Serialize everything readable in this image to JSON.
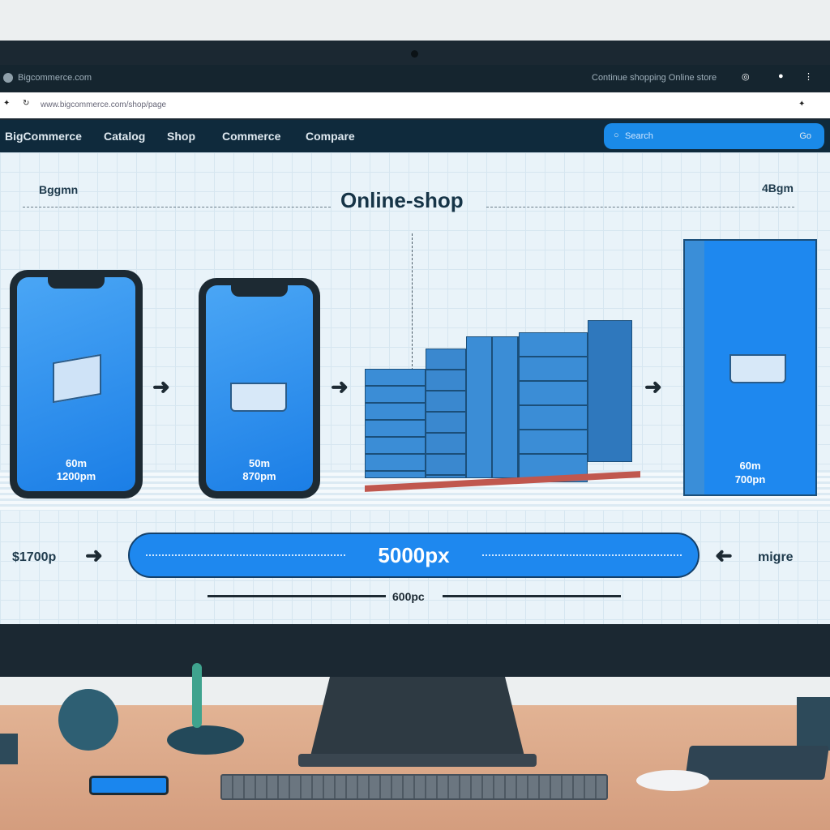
{
  "browser": {
    "tab_title": "Bigcommerce.com",
    "right_text": "Continue shopping  Online store",
    "address": "www.bigcommerce.com/shop/page",
    "zoom": "□"
  },
  "site_nav": {
    "logo": "BigCommerce",
    "items": [
      "Catalog",
      "Shop",
      "Commerce",
      "Compare"
    ],
    "search_placeholder": "Search",
    "search_button": "Go"
  },
  "page": {
    "title": "Online-shop",
    "left_label": "Bggmn",
    "right_label": "4Bgm",
    "steps": [
      {
        "icon": "box-icon",
        "line1": "60m",
        "line2": "1200pm"
      },
      {
        "icon": "cart-icon",
        "line1": "50m",
        "line2": "870pm"
      },
      {
        "icon": "pallet-boxes-icon"
      },
      {
        "icon": "cart-icon",
        "line1": "60m",
        "line2": "700pn"
      }
    ],
    "bar_value": "5000px",
    "bar_left_label": "$1700p",
    "bar_right_label": "migre",
    "scale_label": "600pc"
  },
  "colors": {
    "accent": "#1e88ef",
    "bezel": "#1b2832",
    "nav": "#0f2a3c"
  }
}
